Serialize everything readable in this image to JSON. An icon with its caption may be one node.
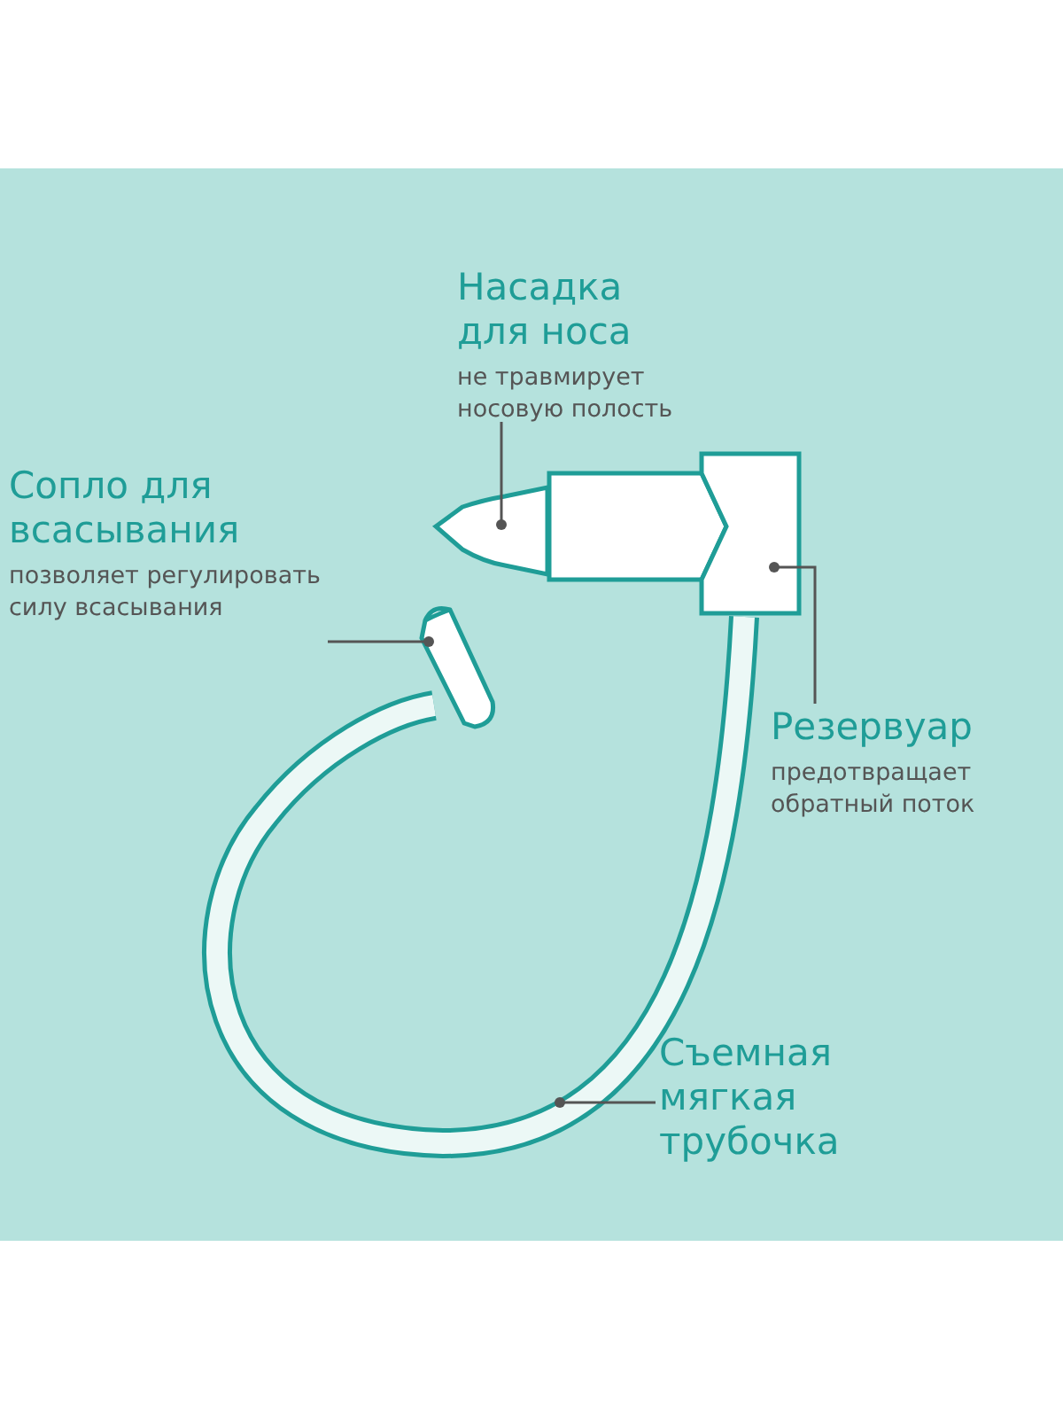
{
  "diagram": {
    "nodes": [
      {
        "text": [
          "Насадка для носа",
          "не травмирует носовую полость"
        ]
      },
      {
        "text": [
          "Сопло для всасывания",
          "позволяет регулировать силу всасывания"
        ]
      },
      {
        "text": [
          "Резервуар",
          "предотвращает обратный поток"
        ]
      },
      {
        "text": [
          "Съемная мягкая трубочка"
        ]
      },
      {
        "text": [],
        "shape": "picture"
      },
      {
        "text": [],
        "shape": "picture"
      },
      {
        "text": [],
        "shape": "picture"
      },
      {
        "text": [],
        "shape": "picture"
      }
    ],
    "edges": [
      {
        "from": 0,
        "to": 4,
        "arrow": "other"
      },
      {
        "from": 1,
        "to": 5,
        "arrow": "other"
      },
      {
        "from": 2,
        "to": 6,
        "arrow": "other"
      },
      {
        "from": 3,
        "to": 7,
        "arrow": "other"
      }
    ]
  }
}
